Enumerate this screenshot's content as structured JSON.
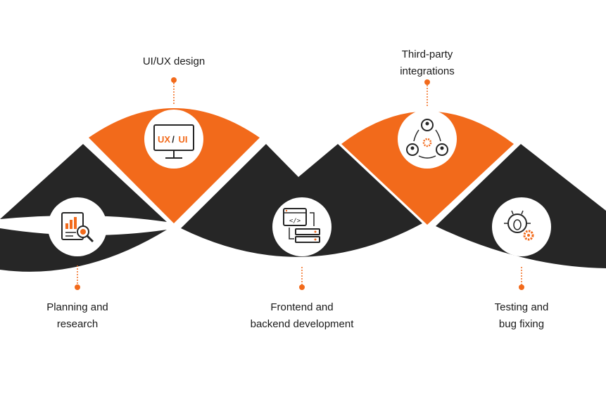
{
  "steps": {
    "planning": {
      "line1": "Planning and",
      "line2": "research",
      "icon": "analytics-report-icon"
    },
    "uiux": {
      "line1": "UI/UX design",
      "icon": "monitor-ux-ui-icon",
      "icon_text_left": "UX",
      "icon_text_sep": "/",
      "icon_text_right": "UI"
    },
    "frontend": {
      "line1": "Frontend and",
      "line2": "backend development",
      "icon": "code-server-icon"
    },
    "thirdparty": {
      "line1": "Third-party",
      "line2": "integrations",
      "icon": "network-users-icon"
    },
    "testing": {
      "line1": "Testing and",
      "line2": "bug fixing",
      "icon": "bug-gear-icon"
    }
  },
  "colors": {
    "dark": "#262626",
    "accent": "#f26a1b",
    "white": "#ffffff"
  }
}
